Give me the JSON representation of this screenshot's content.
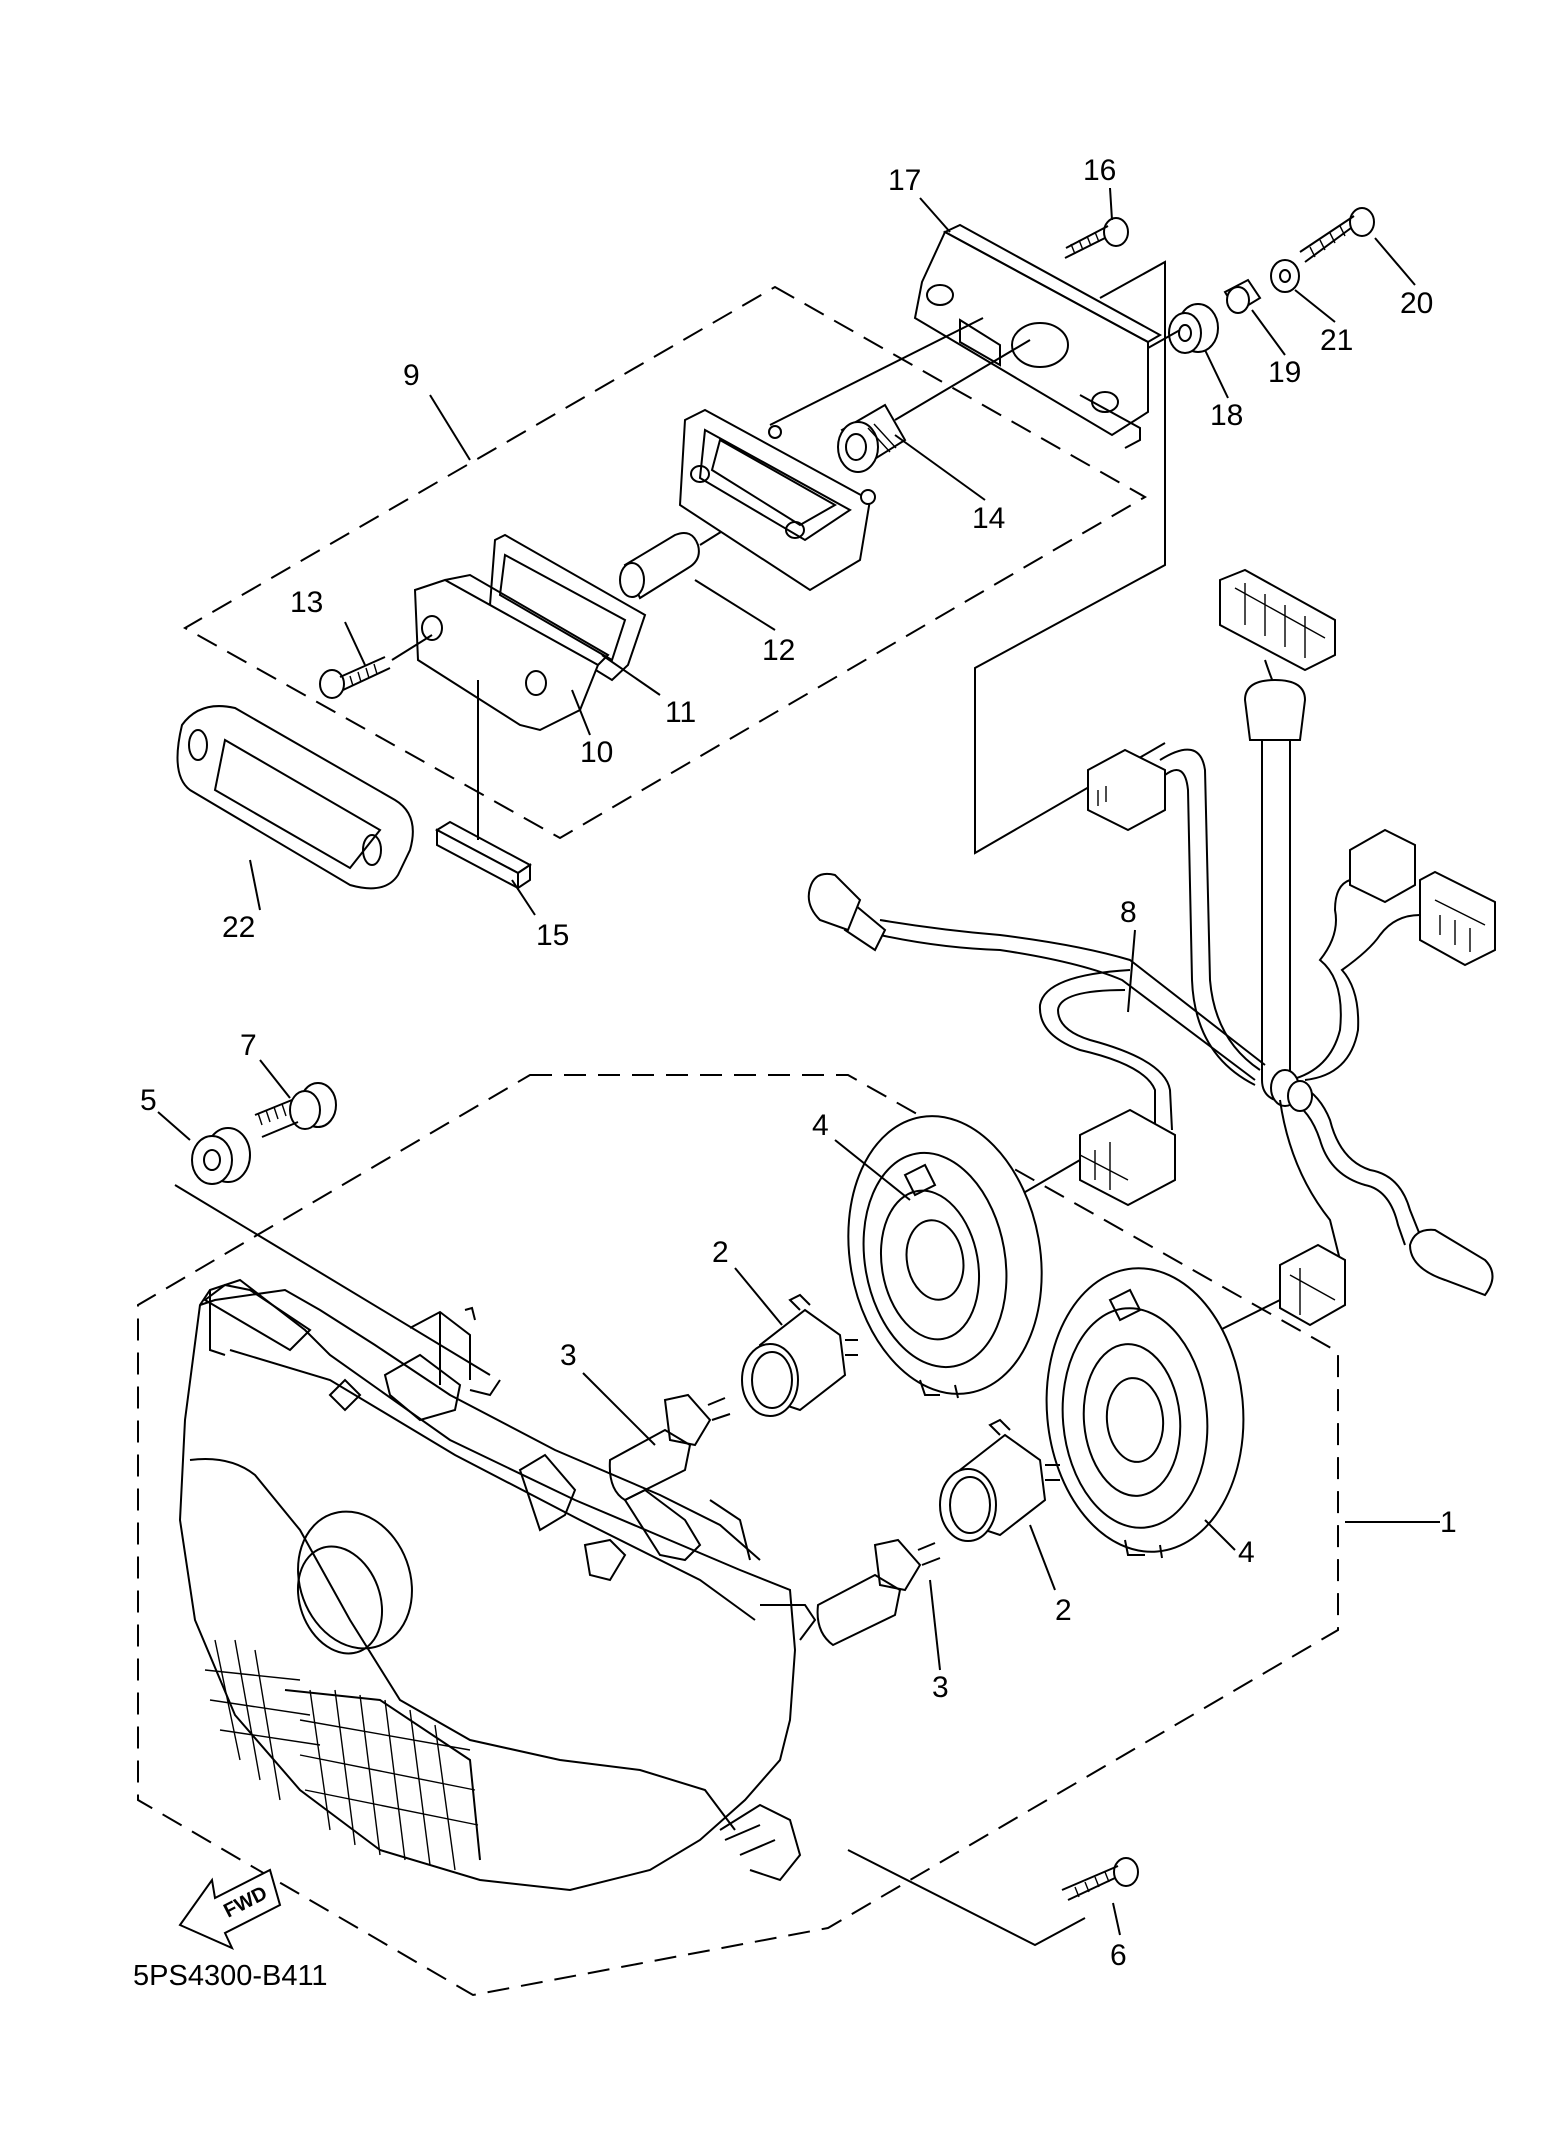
{
  "diagram_code": "5PS4300-B411",
  "fwd_label": "FWD",
  "callouts": {
    "c1": "1",
    "c2a": "2",
    "c2b": "2",
    "c3a": "3",
    "c3b": "3",
    "c4a": "4",
    "c4b": "4",
    "c5": "5",
    "c6": "6",
    "c7": "7",
    "c8": "8",
    "c9": "9",
    "c10": "10",
    "c11": "11",
    "c12": "12",
    "c13": "13",
    "c14": "14",
    "c15": "15",
    "c16": "16",
    "c17": "17",
    "c18": "18",
    "c19": "19",
    "c20": "20",
    "c21": "21",
    "c22": "22"
  }
}
